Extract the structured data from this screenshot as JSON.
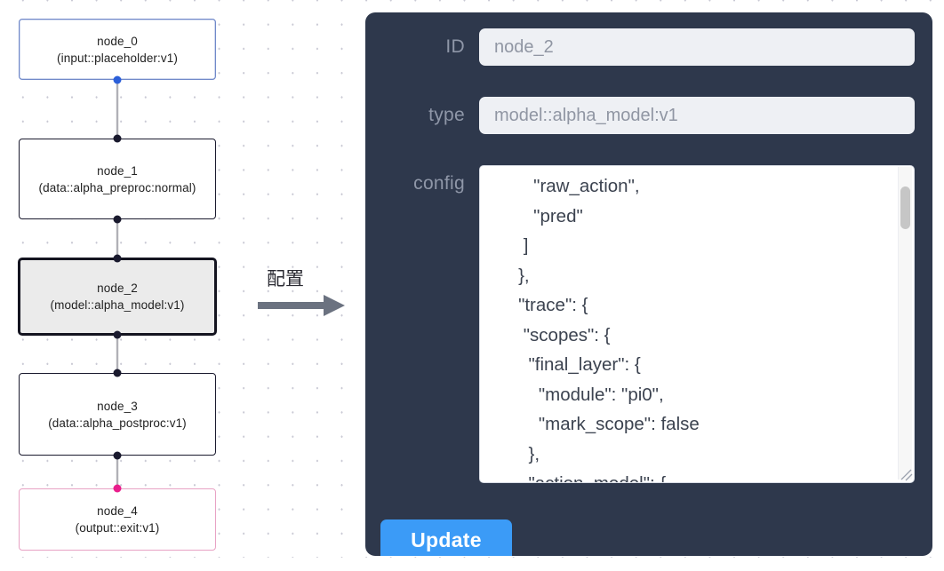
{
  "canvas": {
    "background_color": "#ffffff",
    "dot_color": "#c9c9d4",
    "nodes": [
      {
        "id": "node_0",
        "title": "node_0",
        "subtitle": "(input::placeholder:v1)",
        "kind": "input",
        "border_color": "#7189c9",
        "fill_color": "#ffffff",
        "selected": false
      },
      {
        "id": "node_1",
        "title": "node_1",
        "subtitle": "(data::alpha_preproc:normal)",
        "kind": "default",
        "border_color": "#1a1a2e",
        "fill_color": "#ffffff",
        "selected": false
      },
      {
        "id": "node_2",
        "title": "node_2",
        "subtitle": "(model::alpha_model:v1)",
        "kind": "default",
        "border_color": "#141420",
        "fill_color": "#ebebeb",
        "selected": true
      },
      {
        "id": "node_3",
        "title": "node_3",
        "subtitle": "(data::alpha_postproc:v1)",
        "kind": "default",
        "border_color": "#1a1a2e",
        "fill_color": "#ffffff",
        "selected": false
      },
      {
        "id": "node_4",
        "title": "node_4",
        "subtitle": "(output::exit:v1)",
        "kind": "output",
        "border_color": "#e8a2c4",
        "fill_color": "#ffffff",
        "selected": false
      }
    ],
    "edges": [
      {
        "from": "node_0",
        "to": "node_1"
      },
      {
        "from": "node_1",
        "to": "node_2"
      },
      {
        "from": "node_2",
        "to": "node_3"
      },
      {
        "from": "node_3",
        "to": "node_4"
      }
    ],
    "handle_colors": {
      "default": "#1a1a2e",
      "input_source": "#2b5fd9",
      "output_target": "#e91e8c"
    }
  },
  "annotation": {
    "caption": "配置",
    "arrow_color": "#6b7280",
    "arrow_direction": "right"
  },
  "panel": {
    "background_color": "#2e384c",
    "fields": [
      {
        "key": "id",
        "label": "ID",
        "value": "node_2",
        "placeholder": "node id"
      },
      {
        "key": "type",
        "label": "type",
        "value": "model::alpha_model:v1",
        "placeholder": "node type"
      },
      {
        "key": "config",
        "label": "config",
        "value": "",
        "placeholder": "config json"
      }
    ],
    "id_label": "ID",
    "id_value": "node_2",
    "type_label": "type",
    "type_value": "model::alpha_model:v1",
    "config_label": "config",
    "config_value": "      \"raw_action\",\n      \"pred\"\n    ]\n   },\n   \"trace\": {\n    \"scopes\": {\n     \"final_layer\": {\n       \"module\": \"pi0\",\n       \"mark_scope\": false\n     },\n     \"action_model\": {",
    "update_label": "Update",
    "update_color": "#3b9bf7",
    "scrollbar": {
      "position": "near-top",
      "thumb_color": "#c6c6c6"
    }
  }
}
